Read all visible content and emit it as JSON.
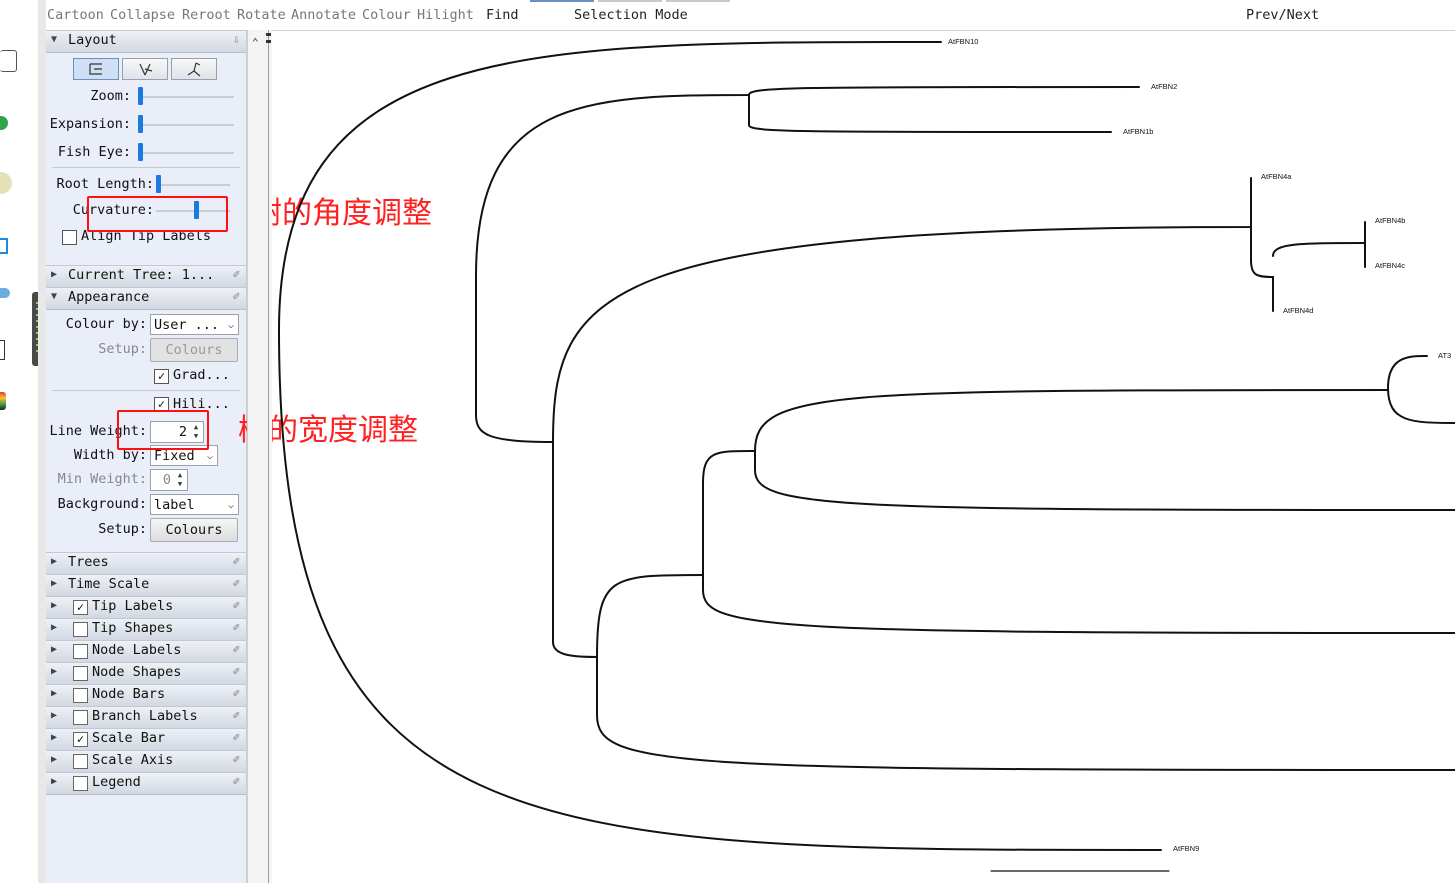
{
  "toolbar": {
    "items": [
      "Cartoon",
      "Collapse",
      "Reroot",
      "Rotate",
      "Annotate",
      "Colour",
      "Hilight"
    ],
    "find": "Find",
    "selection_mode": "Selection Mode",
    "prev_next": "Prev/Next"
  },
  "panel": {
    "layout": {
      "title": "Layout",
      "zoom_label": "Zoom:",
      "expansion_label": "Expansion:",
      "fisheye_label": "Fish Eye:",
      "root_length_label": "Root Length:",
      "curvature_label": "Curvature:",
      "align_tip_labels": "Align Tip Labels",
      "zoom": 0.0,
      "expansion": 0.0,
      "fisheye": 0.0,
      "root_length": 0.0,
      "curvature": 0.55,
      "align_tip_labels_checked": false
    },
    "current_tree": {
      "title": "Current Tree: 1..."
    },
    "appearance": {
      "title": "Appearance",
      "colour_by_label": "Colour by:",
      "colour_by_value": "User ...",
      "setup_label": "Setup:",
      "setup_button": "Colours",
      "gradient_label": "Grad...",
      "gradient_checked": true,
      "hilight_label": "Hili...",
      "hilight_checked": true,
      "line_weight_label": "Line Weight:",
      "line_weight_value": "2",
      "width_by_label": "Width by:",
      "width_by_value": "Fixed",
      "min_weight_label": "Min Weight:",
      "min_weight_value": "0",
      "background_label": "Background:",
      "background_value": "label",
      "setup2_label": "Setup:",
      "setup2_button": "Colours"
    },
    "sections": [
      {
        "label": "Trees",
        "checkbox": null
      },
      {
        "label": "Time Scale",
        "checkbox": null
      },
      {
        "label": "Tip Labels",
        "checkbox": true
      },
      {
        "label": "Tip Shapes",
        "checkbox": false
      },
      {
        "label": "Node Labels",
        "checkbox": false
      },
      {
        "label": "Node Shapes",
        "checkbox": false
      },
      {
        "label": "Node Bars",
        "checkbox": false
      },
      {
        "label": "Branch Labels",
        "checkbox": false
      },
      {
        "label": "Scale Bar",
        "checkbox": true
      },
      {
        "label": "Scale Axis",
        "checkbox": false
      },
      {
        "label": "Legend",
        "checkbox": false
      }
    ]
  },
  "annotations": {
    "curvature": "树的角度调整",
    "line_weight": "树的宽度调整"
  },
  "tree": {
    "tips": [
      "AtFBN10",
      "AtFBN2",
      "AtFBN1b",
      "AtFBN4a",
      "AtFBN4b",
      "AtFBN4c",
      "AtFBN4d",
      "AT3",
      "AtFBN9"
    ],
    "line_color": "#111111"
  },
  "colors": {
    "annotation_red": "#ff1010",
    "slider_knob": "#1b79e0",
    "panel_bg": "#e9eef8"
  }
}
